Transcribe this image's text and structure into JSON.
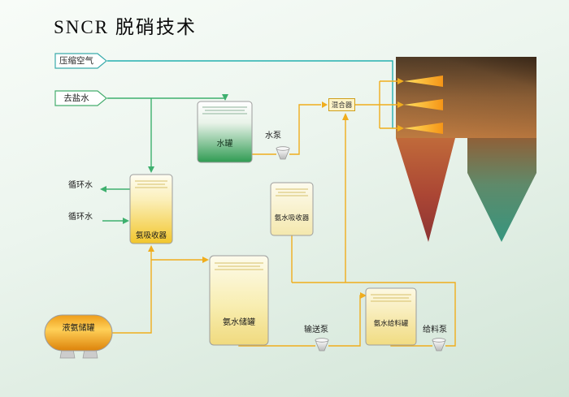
{
  "title": "SNCR 脱硝技术",
  "banners": {
    "compressed_air": "压缩空气",
    "desalted_water": "去盐水"
  },
  "equipment": {
    "water_tank": "水罐",
    "water_pump": "水泵",
    "mixer": "混合器",
    "ammonia_absorber": "氨吸收器",
    "ammonia_water_absorber": "氨水吸收器",
    "liquid_ammonia_tank": "液氨储罐",
    "ammonia_water_storage_tank": "氨水储罐",
    "transfer_pump": "输送泵",
    "ammonia_water_feed_tank": "氨水给料罐",
    "feed_pump": "给料泵"
  },
  "streams": {
    "circulating_water_out": "循环水",
    "circulating_water_in": "循环水"
  },
  "colors": {
    "pipe_yellow": "#f0ad1d",
    "pipe_green": "#3eb06e",
    "pipe_cyan": "#25b0b0",
    "boiler_hot": "#a84038",
    "boiler_cool": "#36967f"
  }
}
